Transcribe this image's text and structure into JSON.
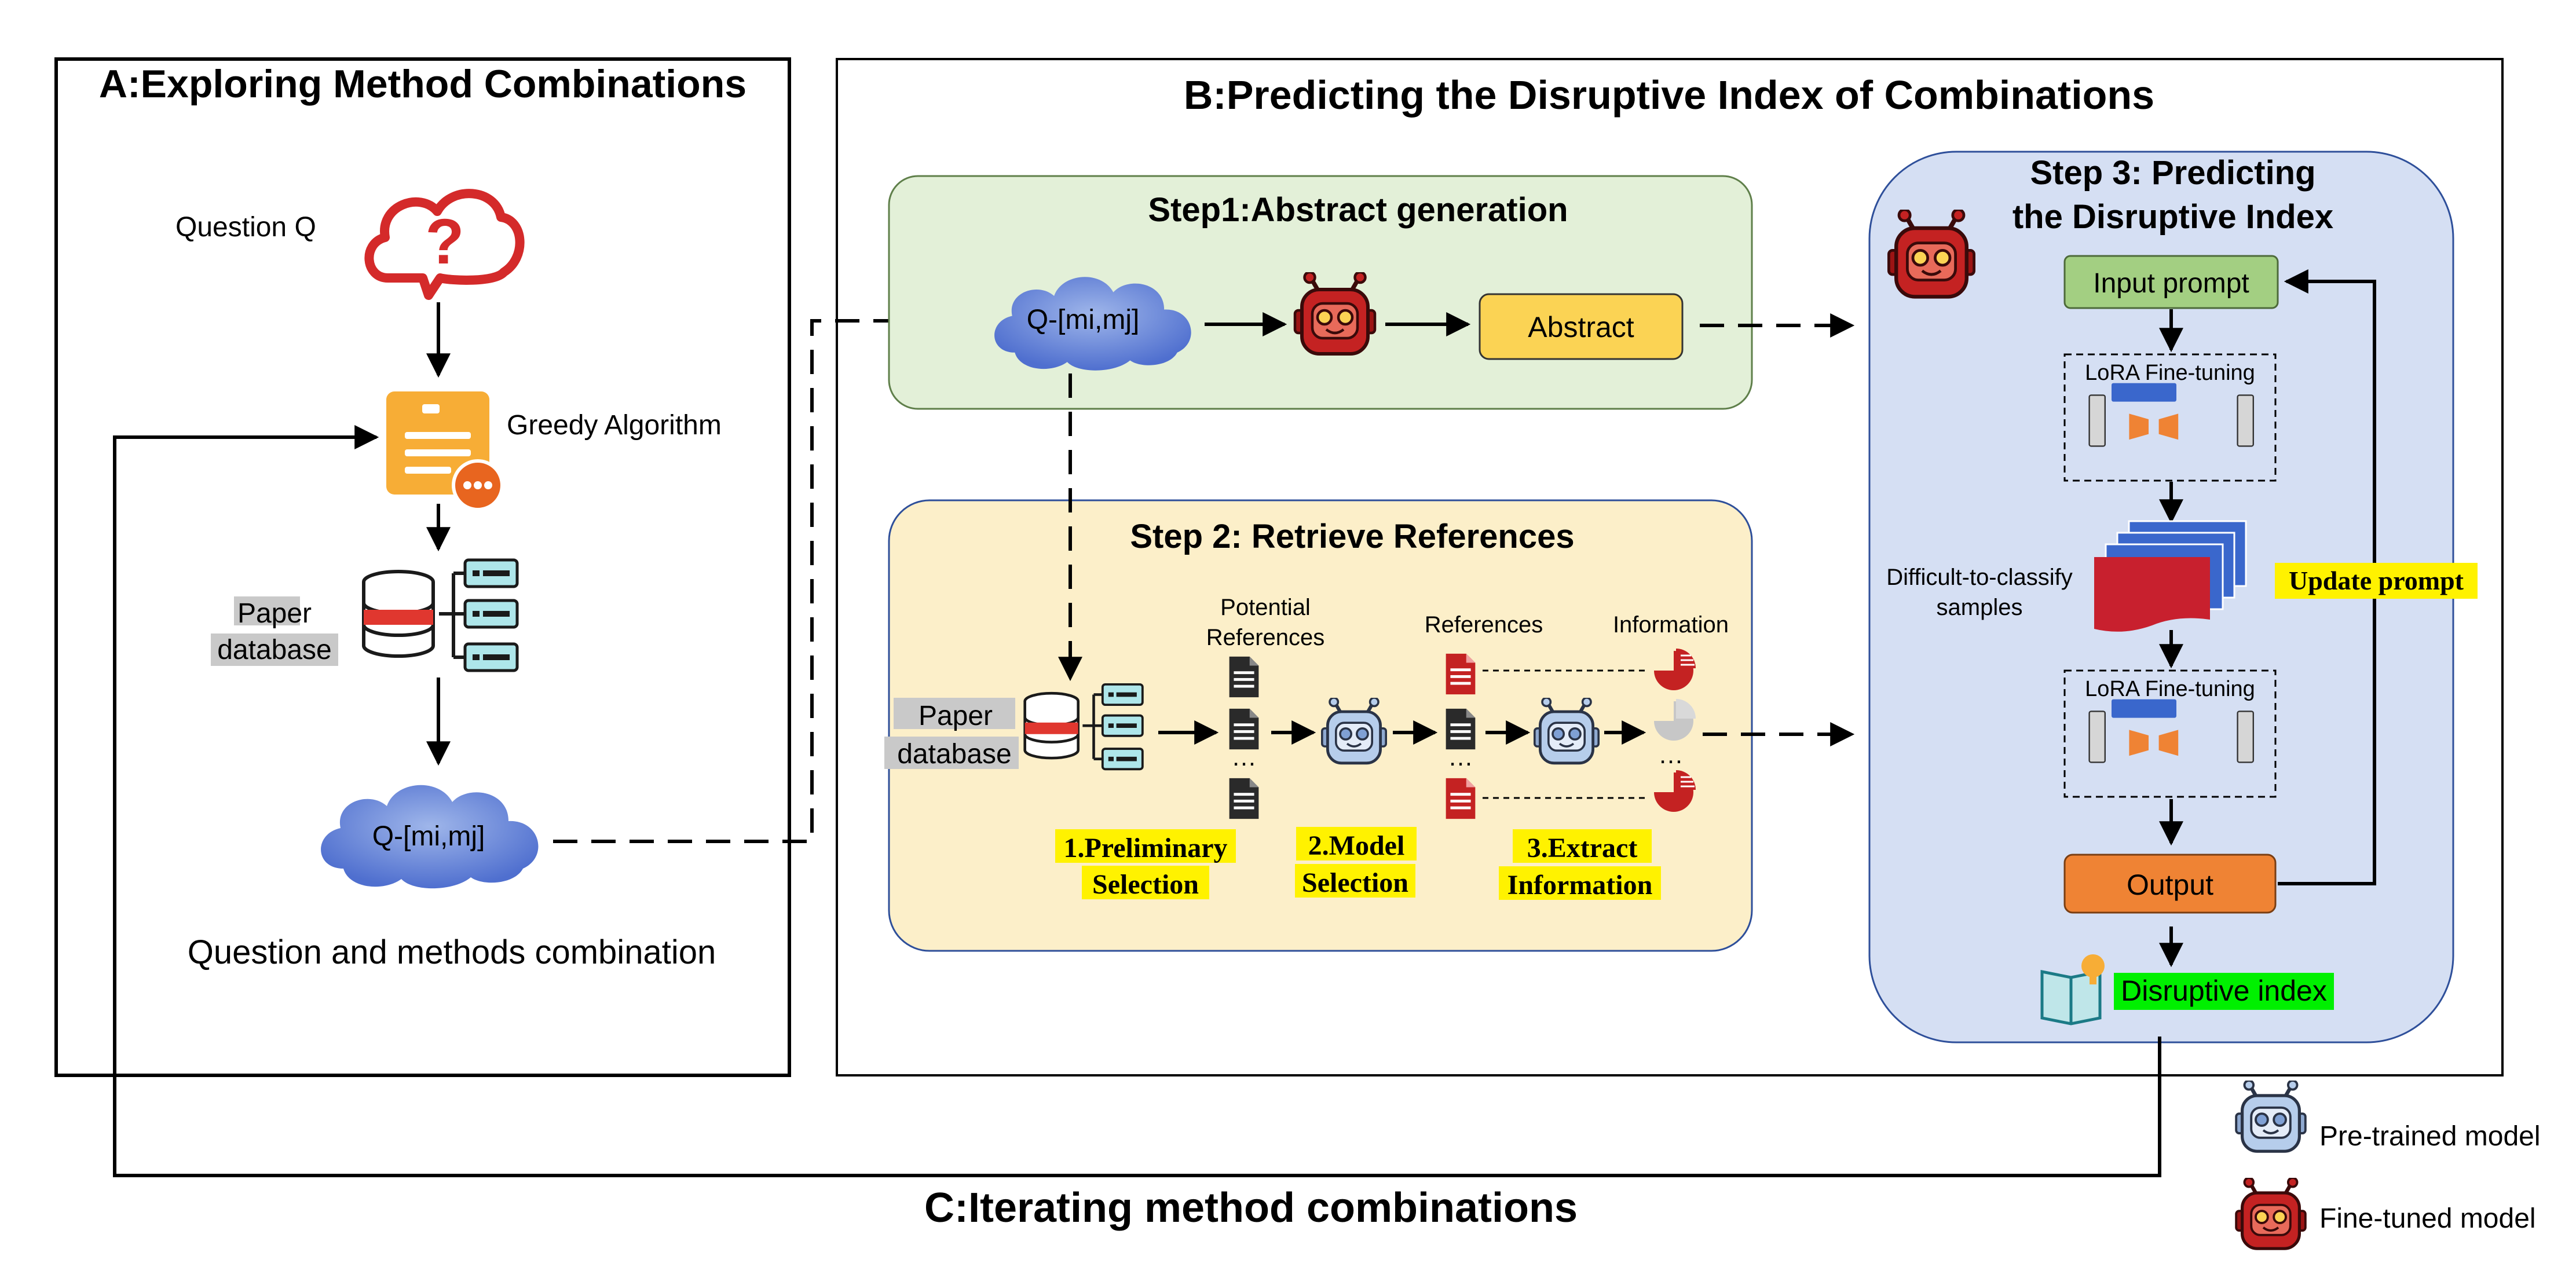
{
  "panel_a": {
    "title": "A:Exploring Method Combinations",
    "question_label": "Question Q",
    "greedy_label": "Greedy Algorithm",
    "paper_db_line1": "Paper",
    "paper_db_line2": "database",
    "cloud_label": "Q-[mi,mj]",
    "caption": "Question and methods combination"
  },
  "panel_b": {
    "title": "B:Predicting the Disruptive Index of Combinations",
    "step1": {
      "title": "Step1:Abstract generation",
      "cloud_label": "Q-[mi,mj]",
      "abstract_label": "Abstract"
    },
    "step2": {
      "title": "Step 2: Retrieve References",
      "paper_db_line1": "Paper",
      "paper_db_line2": "database",
      "potential_line1": "Potential",
      "potential_line2": "References",
      "references_label": "References",
      "information_label": "Information",
      "ellipsis": "…",
      "sel1_line1": "1.Preliminary",
      "sel1_line2": "Selection",
      "sel2_line1": "2.Model",
      "sel2_line2": "Selection",
      "sel3_line1": "3.Extract",
      "sel3_line2": "Information"
    },
    "step3": {
      "title_line1": "Step 3: Predicting",
      "title_line2": "the Disruptive Index",
      "input_prompt": "Input prompt",
      "lora1": "LoRA Fine-tuning",
      "lora2": "LoRA Fine-tuning",
      "difficult_line1": "Difficult-to-classify",
      "difficult_line2": "samples",
      "update_prompt": "Update prompt",
      "output": "Output",
      "disruptive_index": "Disruptive index"
    }
  },
  "panel_c": {
    "title": "C:Iterating method combinations"
  },
  "legend": {
    "pretrained": "Pre-trained model",
    "finetuned": "Fine-tuned model"
  },
  "colors": {
    "step1_bg": "#e3f0d8",
    "step2_bg": "#fcefc9",
    "step3_bg": "#d5dff3",
    "abstract_fill": "#fbd354",
    "input_prompt_fill": "#a3cf82",
    "output_fill": "#ef8334",
    "highlight_yellow": "#fff200",
    "highlight_green": "#00f000",
    "finetuned_red": "#c42222",
    "pretrained_blue": "#b6cdeb",
    "question_red": "#d42a2a"
  },
  "icons": [
    "question-cloud-icon",
    "greedy-document-icon",
    "database-icon",
    "cloud-icon",
    "robot-icon",
    "document-icon",
    "pie-chart-icon",
    "book-lightbulb-icon"
  ]
}
